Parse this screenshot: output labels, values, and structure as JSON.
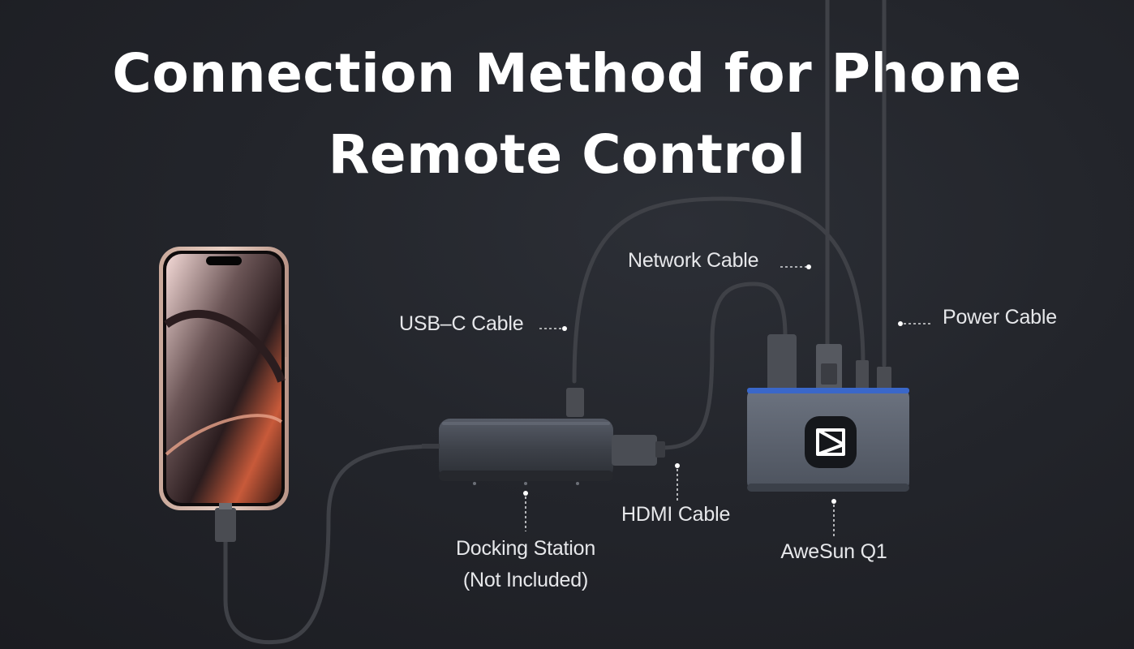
{
  "title": {
    "line1": "Connection Method for Phone",
    "line2": "Remote Control"
  },
  "labels": {
    "network_cable": "Network Cable",
    "usbc_cable": "USB–C Cable",
    "power_cable": "Power Cable",
    "hdmi_cable": "HDMI Cable",
    "docking_station": "Docking Station",
    "docking_station_note": "(Not Included)",
    "device": "AweSun Q1"
  },
  "icons": {
    "device_logo": "awesun-logo-icon"
  },
  "colors": {
    "background": "#23252b",
    "text": "#ffffff",
    "label": "#e6e7ea",
    "cable": "#3d3f45",
    "device_body": "#5d6471",
    "device_accent": "#3a67c9"
  }
}
